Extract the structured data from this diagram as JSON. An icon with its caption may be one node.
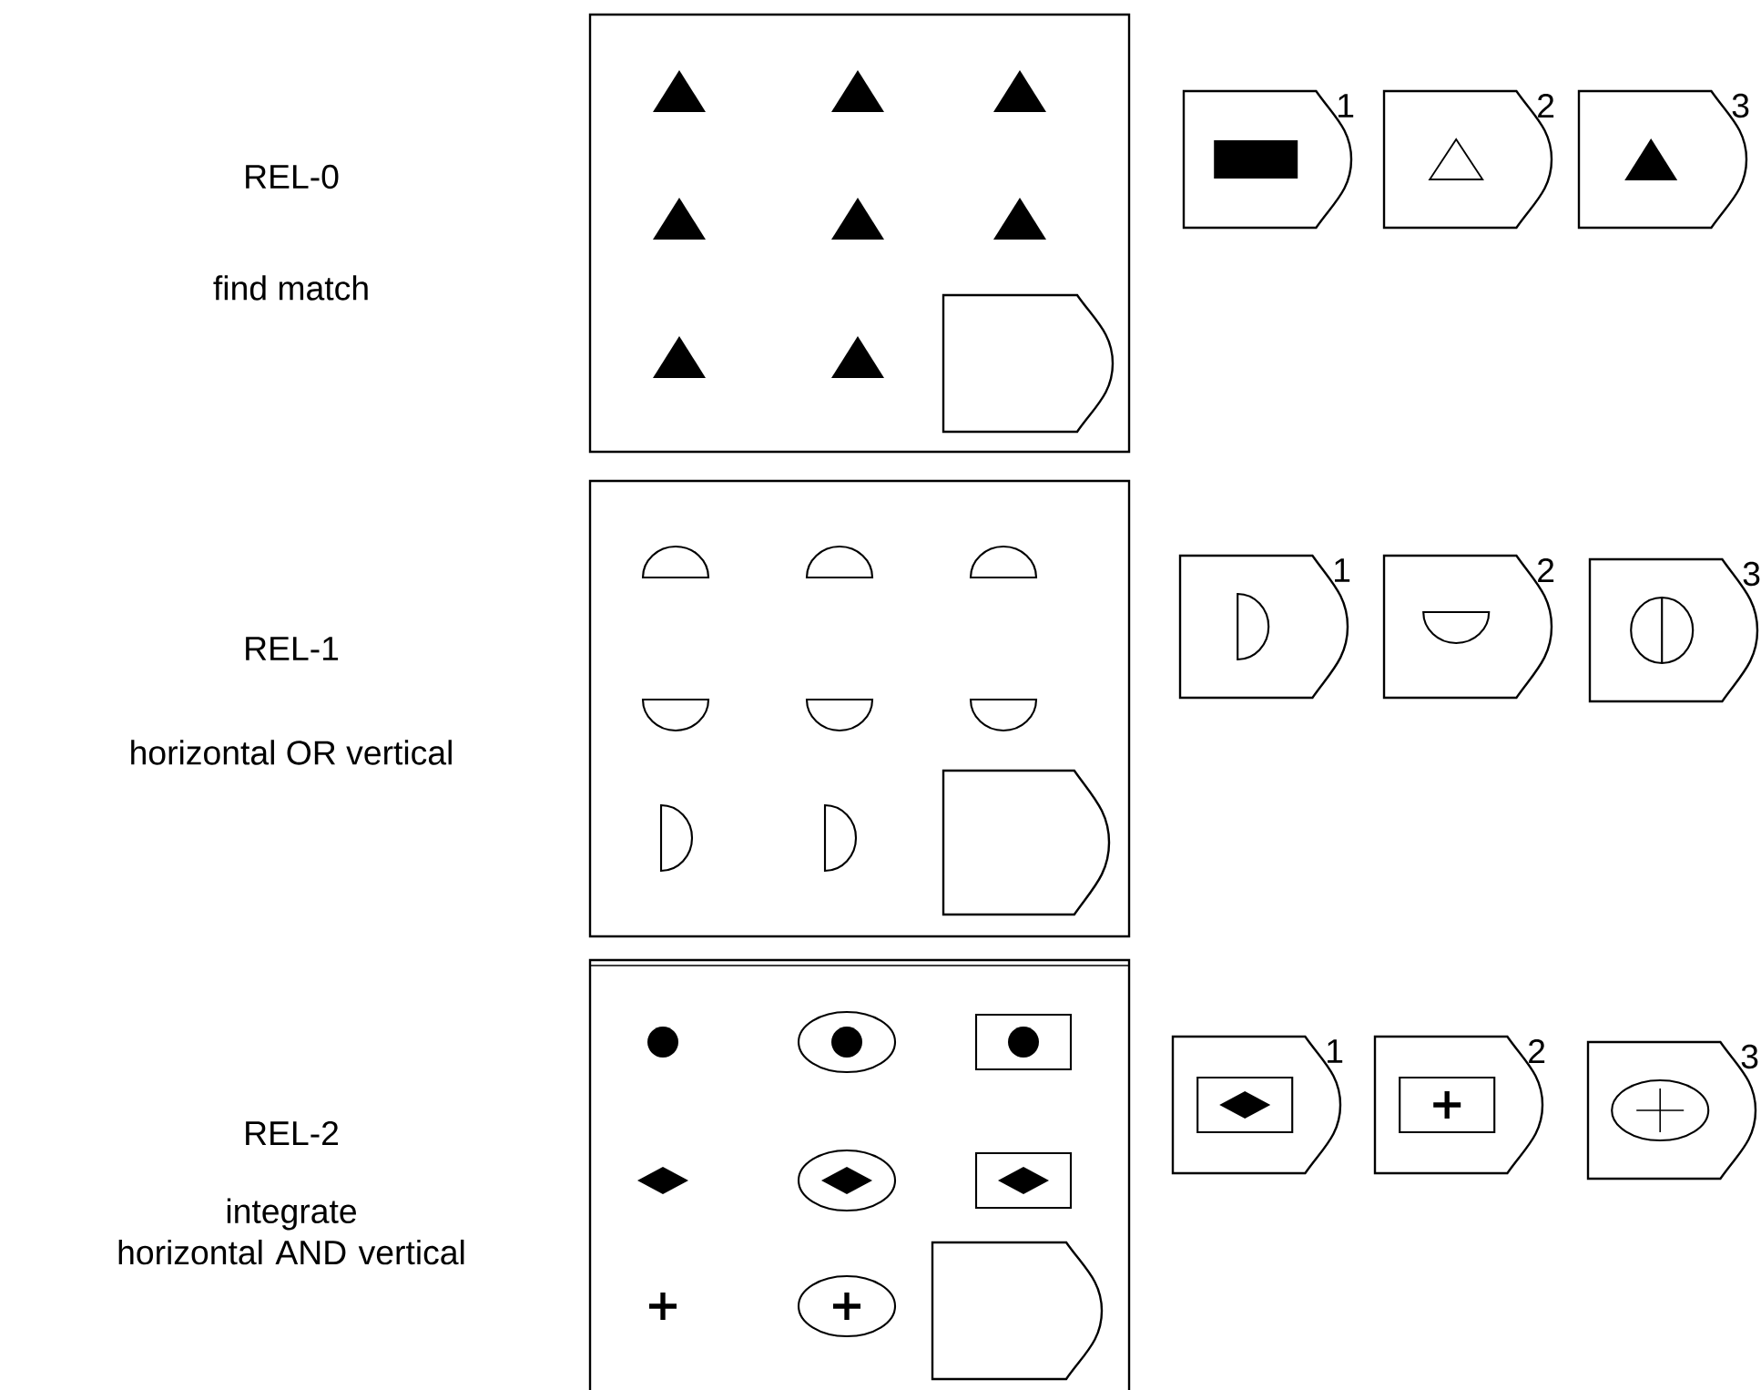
{
  "diagram": {
    "nodes": [
      {
        "text": [],
        "shape": "box"
      },
      {
        "text": [],
        "shape": "pentagon",
        "in": 0
      },
      {
        "text": [],
        "shape": "pentagon",
        "beside": [
          "1"
        ]
      },
      {
        "text": [],
        "shape": "pentagon",
        "beside": [
          "2"
        ]
      },
      {
        "text": [],
        "shape": "pentagon",
        "beside": [
          "3"
        ]
      },
      {
        "text": [],
        "shape": "box"
      },
      {
        "text": [],
        "shape": "pentagon",
        "in": 5
      },
      {
        "text": [],
        "shape": "pentagon",
        "beside": [
          "1"
        ]
      },
      {
        "text": [],
        "shape": "pentagon",
        "beside": [
          "2"
        ]
      },
      {
        "text": [],
        "shape": "pentagon",
        "beside": [
          "3"
        ]
      },
      {
        "text": [],
        "shape": "box"
      },
      {
        "text": [],
        "shape": "pentagon",
        "in": 10
      },
      {
        "text": [],
        "shape": "pentagon",
        "beside": [
          "1"
        ]
      },
      {
        "text": [],
        "shape": "pentagon",
        "beside": [
          "2"
        ]
      },
      {
        "text": [],
        "shape": "pentagon",
        "beside": [
          "3"
        ]
      }
    ],
    "labels": [
      "REL-0",
      "find match",
      "REL-1",
      "horizontal OR vertical",
      "REL-2",
      "integrate horizontal AND vertical"
    ]
  }
}
